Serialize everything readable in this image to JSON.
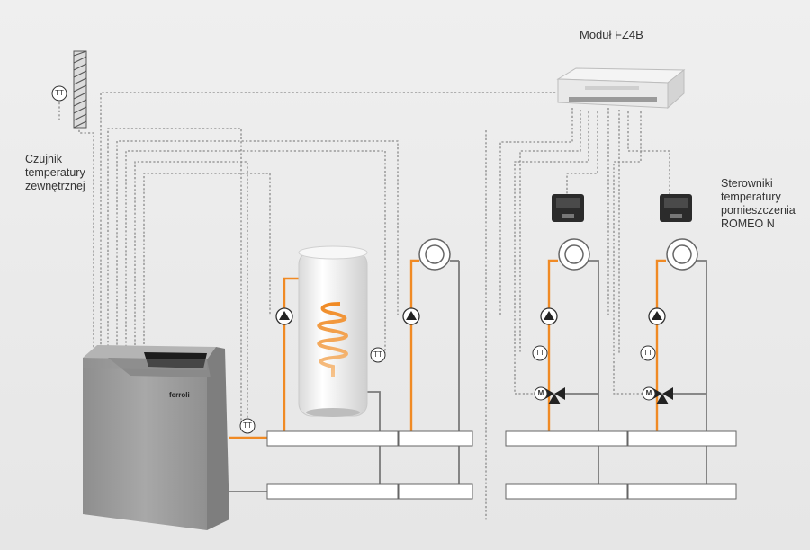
{
  "labels": {
    "module": "Moduł FZ4B",
    "outdoor_sensor": [
      "Czujnik",
      "temperatury",
      "zewnętrznej"
    ],
    "room_controllers": [
      "Sterowniki",
      "temperatury",
      "pomieszczenia",
      "ROMEO N"
    ],
    "sensor_symbol": "TT",
    "mixer_symbol": "M",
    "boiler_brand": "ferroli"
  },
  "colors": {
    "hot_pipe": "#f08a24",
    "return_pipe": "#7a7a7a",
    "signal_wire": "#8a8a8a",
    "boiler_body": "#9d9d9d"
  }
}
